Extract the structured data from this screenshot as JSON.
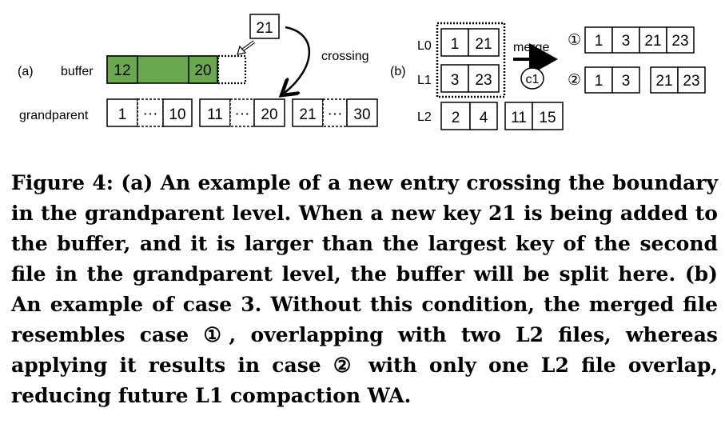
{
  "figure": {
    "panel_a": {
      "label": "(a)",
      "buffer_label": "buffer",
      "buffer_keys": [
        "12",
        "20"
      ],
      "new_key": "21",
      "arrow_label": "crossing",
      "grandparent_label": "grandparent",
      "grandparent_files": [
        {
          "first": "1",
          "dots": "···",
          "last": "10"
        },
        {
          "first": "11",
          "dots": "···",
          "last": "20"
        },
        {
          "first": "21",
          "dots": "···",
          "last": "30"
        }
      ]
    },
    "panel_b": {
      "label": "(b)",
      "levels": [
        "L0",
        "L1",
        "L2"
      ],
      "l0_file": [
        "1",
        "21"
      ],
      "l1_file": [
        "3",
        "23"
      ],
      "l2_files": [
        [
          "2",
          "4"
        ],
        [
          "11",
          "15"
        ]
      ],
      "merge_label": "merge",
      "case_marker": "c1",
      "results": [
        {
          "marker": "①",
          "files": [
            [
              "1",
              "3",
              "21",
              "23"
            ]
          ]
        },
        {
          "marker": "②",
          "files": [
            [
              "1",
              "3"
            ],
            [
              "21",
              "23"
            ]
          ]
        }
      ]
    }
  },
  "caption": {
    "title": "Figure 4: (a) An example of a new entry crossing the boundary in the grandparent level. When a new key 21 is being added to the buffer, and it is larger than the largest key of the second file in the grandparent level, the buffer will be split here. (b) An example of case 3. Without this condition, the merged file resembles case ①, overlapping with two L2 files, whereas applying it results in case ② with only one L2 file overlap, reducing future L1 compaction WA."
  }
}
